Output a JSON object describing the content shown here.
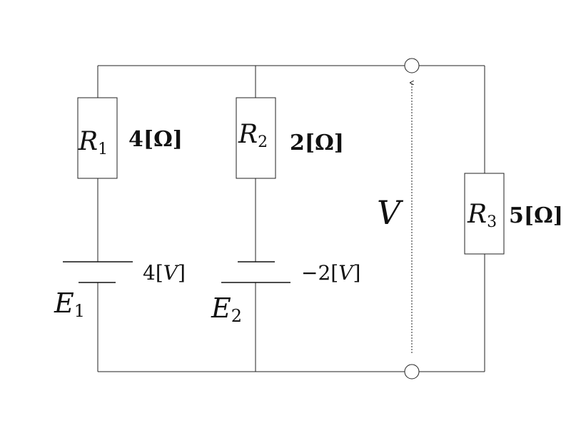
{
  "resistors": {
    "r1": {
      "symbol": "R",
      "sub": "1",
      "value": "4[Ω]"
    },
    "r2": {
      "symbol": "R",
      "sub": "2",
      "value": "2[Ω]"
    },
    "r3": {
      "symbol": "R",
      "sub": "3",
      "value": "5[Ω]"
    }
  },
  "sources": {
    "e1": {
      "symbol": "E",
      "sub": "1",
      "voltage_num": "4",
      "voltage_unit": "V"
    },
    "e2": {
      "symbol": "E",
      "sub": "2",
      "voltage_num": "−2",
      "voltage_unit": "V"
    }
  },
  "measurement": {
    "symbol": "V"
  }
}
